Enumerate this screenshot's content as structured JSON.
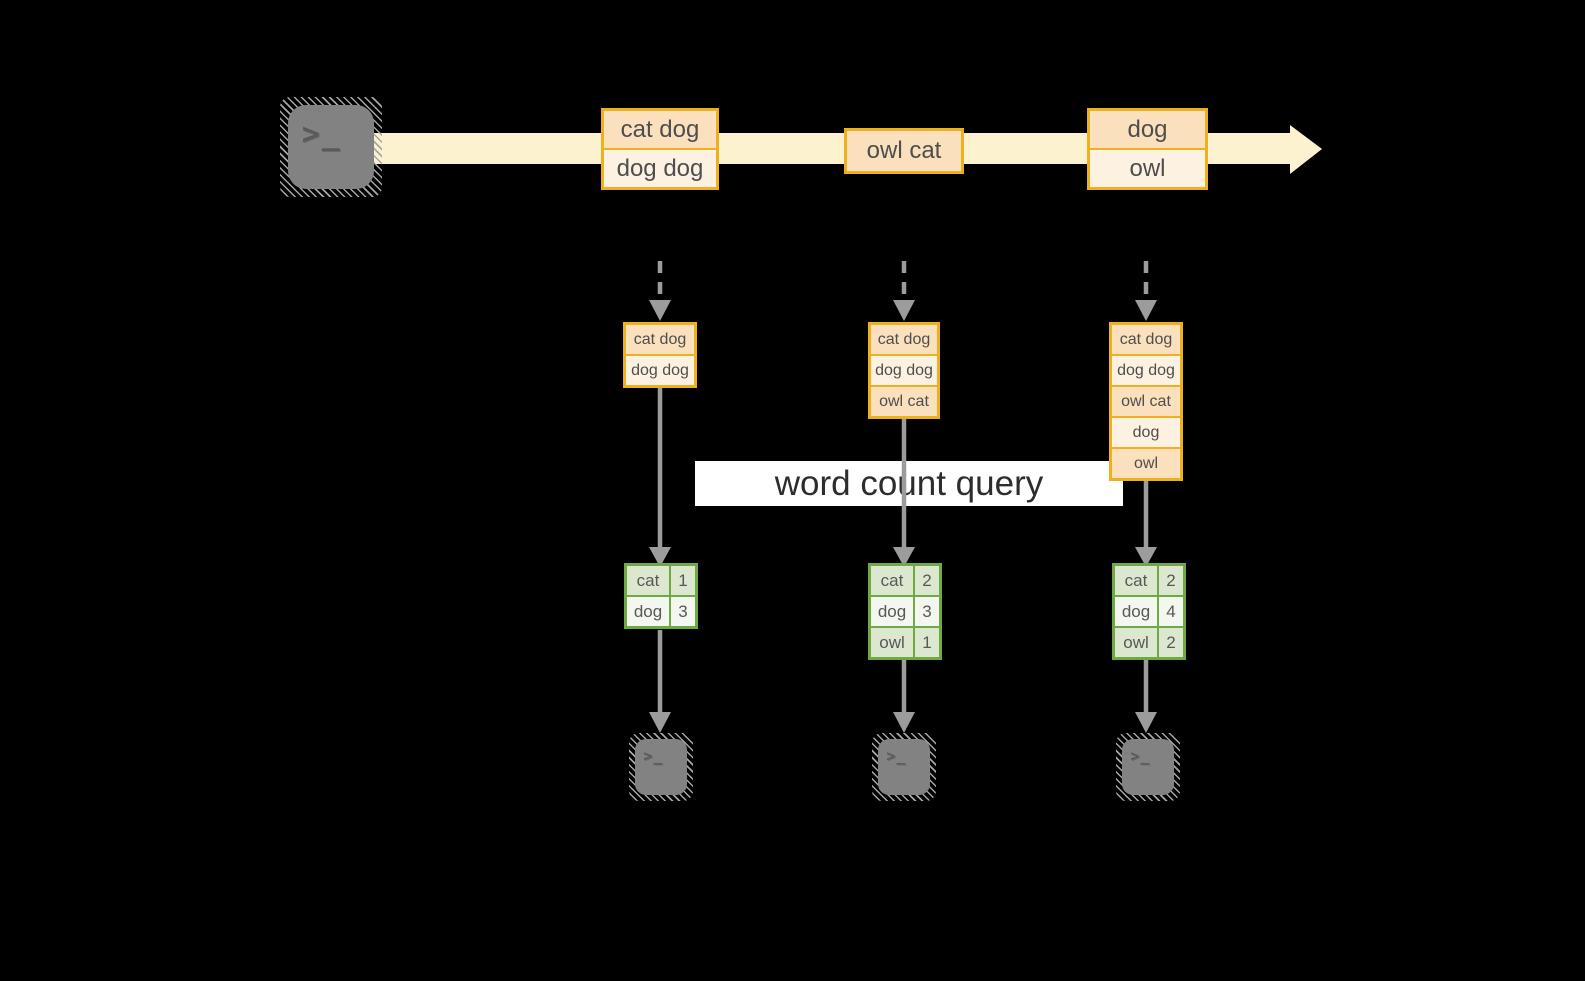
{
  "query": {
    "label": "word count query"
  },
  "stream": {
    "source_icon": "terminal-icon",
    "events": [
      {
        "cells": [
          "cat dog",
          "dog dog"
        ]
      },
      {
        "cells": [
          "owl cat"
        ]
      },
      {
        "cells": [
          "dog",
          "owl"
        ]
      }
    ]
  },
  "states": [
    {
      "cells": [
        "cat dog",
        "dog dog"
      ]
    },
    {
      "cells": [
        "cat dog",
        "dog dog",
        "owl cat"
      ]
    },
    {
      "cells": [
        "cat dog",
        "dog dog",
        "owl cat",
        "dog",
        "owl"
      ]
    }
  ],
  "counts": [
    {
      "rows": [
        [
          "cat",
          "1"
        ],
        [
          "dog",
          "3"
        ]
      ]
    },
    {
      "rows": [
        [
          "cat",
          "2"
        ],
        [
          "dog",
          "3"
        ],
        [
          "owl",
          "1"
        ]
      ]
    },
    {
      "rows": [
        [
          "cat",
          "2"
        ],
        [
          "dog",
          "4"
        ],
        [
          "owl",
          "2"
        ]
      ]
    }
  ],
  "terminal": {
    "glyph": ">_"
  },
  "colors": {
    "background": "#000000",
    "stream_band": "#fdf2cf",
    "box_border": "#edb01e",
    "cell_peach": "#fae0bc",
    "cell_cream": "#fdf2e2",
    "table_border": "#6fa944",
    "row_sage": "#dbe7cf",
    "row_mint": "#f3f7ef",
    "arrow_gray": "#9c9c9c",
    "terminal_gray": "#828282",
    "label_bg": "#ffffff"
  }
}
